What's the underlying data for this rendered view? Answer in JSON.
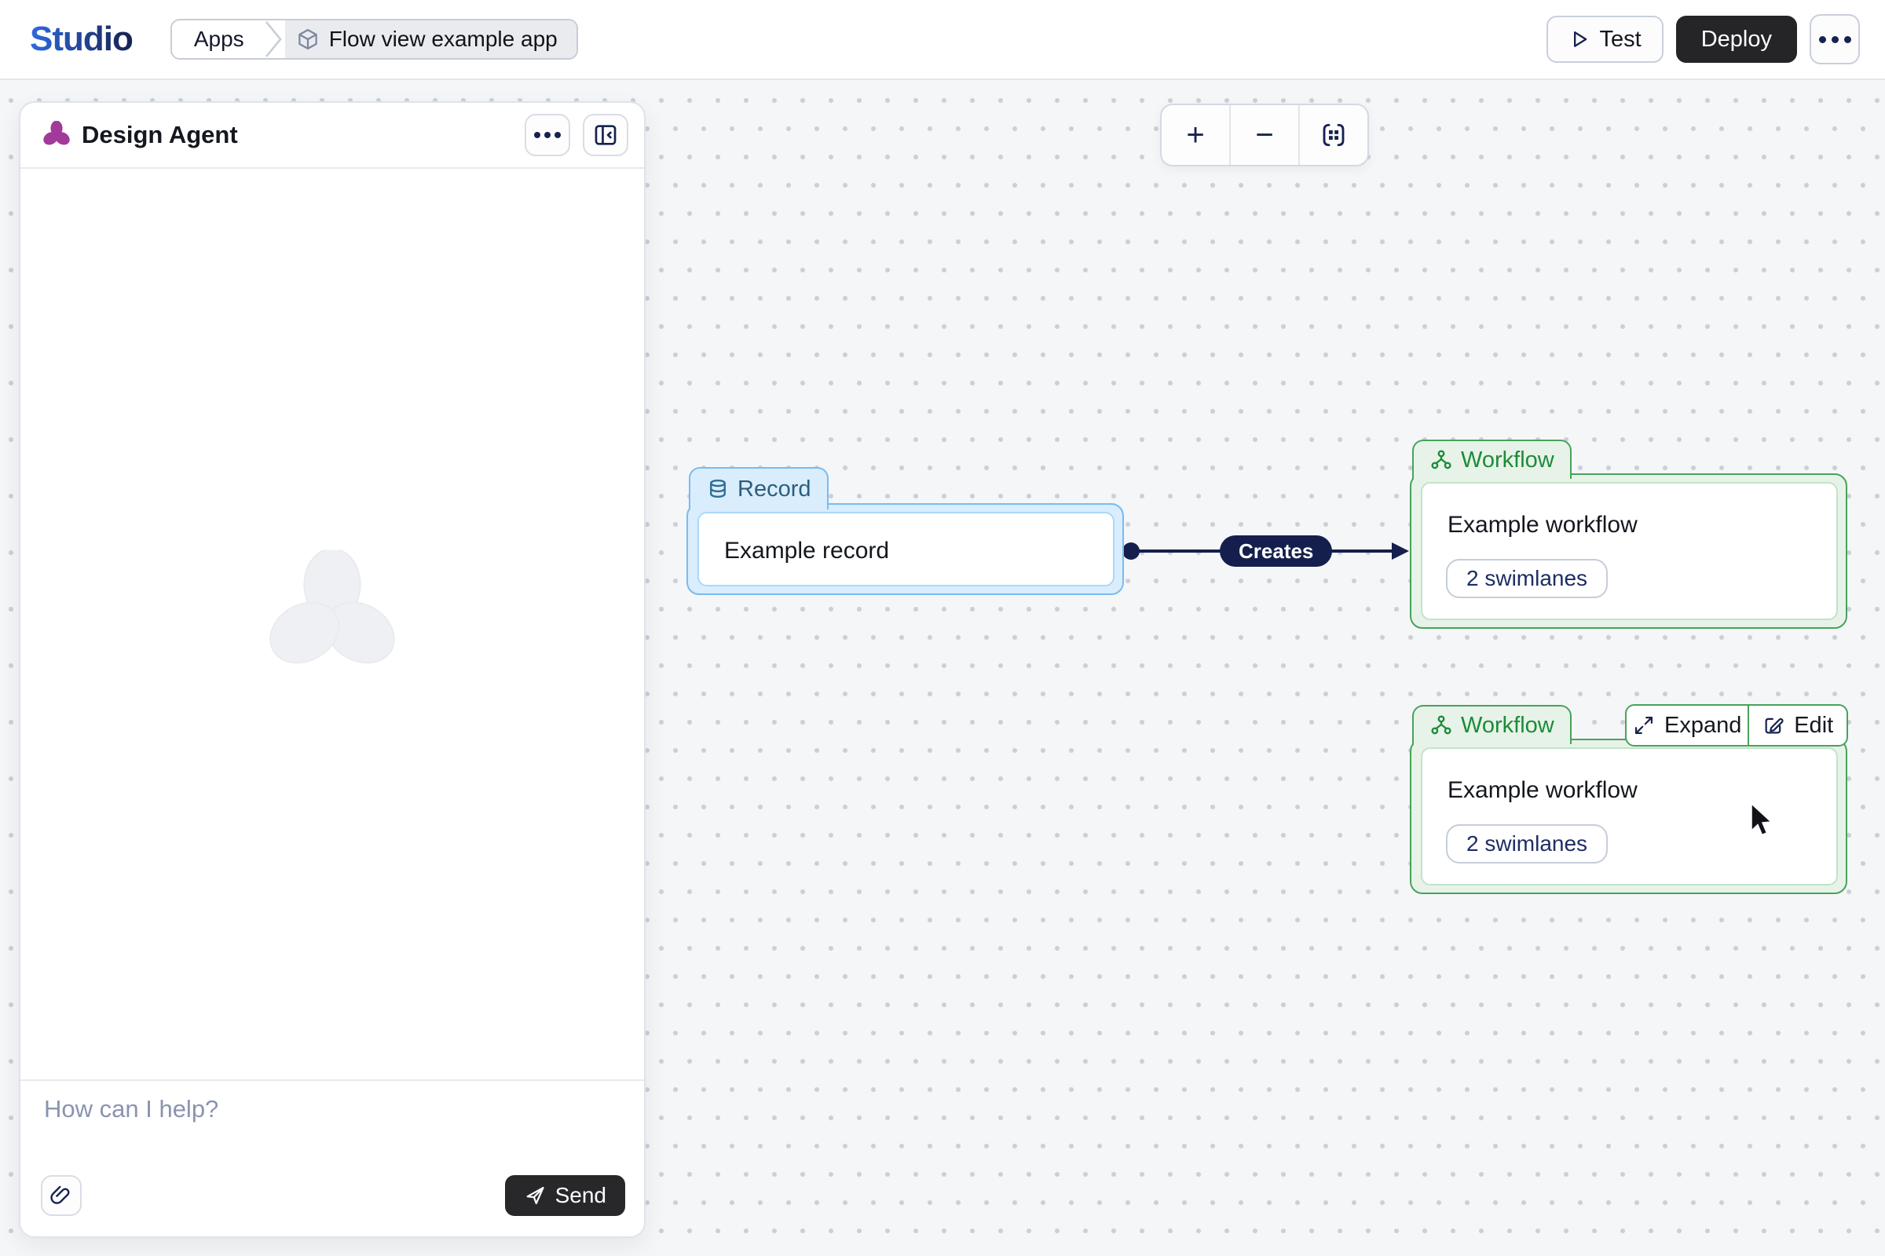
{
  "header": {
    "logo": "Studio",
    "breadcrumb": {
      "apps_label": "Apps",
      "app_name": "Flow view example app"
    },
    "test_label": "Test",
    "deploy_label": "Deploy"
  },
  "chat_panel": {
    "title": "Design Agent",
    "input_placeholder": "How can I help?",
    "send_label": "Send"
  },
  "canvas": {
    "zoom_controls": {
      "zoom_in": "+",
      "zoom_out": "−"
    },
    "record_node": {
      "type_label": "Record",
      "title": "Example record"
    },
    "workflow_node_1": {
      "type_label": "Workflow",
      "title": "Example workflow",
      "badge": "2 swimlanes"
    },
    "workflow_node_2": {
      "type_label": "Workflow",
      "title": "Example workflow",
      "badge": "2 swimlanes"
    },
    "edge_label": "Creates",
    "hover_toolbar": {
      "expand_label": "Expand",
      "edit_label": "Edit"
    }
  },
  "colors": {
    "brand_blue": "#2e6ae0",
    "brand_navy": "#16224f",
    "record_blue_bg": "#d9edfc",
    "record_blue_border": "#79bbf0",
    "workflow_green_bg": "#e7f3e8",
    "workflow_green_border": "#48a35a",
    "workflow_green_text": "#1d8b38",
    "edge_navy": "#141f4d",
    "agent_magenta": "#a23a99",
    "dark_button": "#252528",
    "canvas_bg": "#f5f6f8"
  }
}
